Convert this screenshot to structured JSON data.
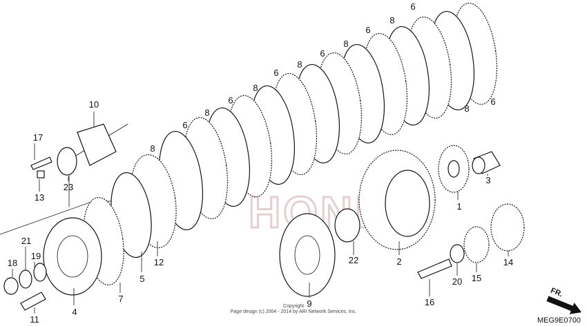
{
  "diagram": {
    "part_labels": {
      "p1": "1",
      "p2": "2",
      "p3": "3",
      "p4": "4",
      "p5": "5",
      "p6a": "6",
      "p6b": "6",
      "p6c": "6",
      "p6d": "6",
      "p6e": "6",
      "p6f": "6",
      "p6g": "6",
      "p7": "7",
      "p8a": "8",
      "p8b": "8",
      "p8c": "8",
      "p8d": "8",
      "p8e": "8",
      "p8f": "8",
      "p8g": "8",
      "p9": "9",
      "p10": "10",
      "p11": "11",
      "p12": "12",
      "p13": "13",
      "p14": "14",
      "p15": "15",
      "p16": "16",
      "p17": "17",
      "p18": "18",
      "p19": "19",
      "p20": "20",
      "p21": "21",
      "p22": "22",
      "p23": "23"
    },
    "copyright_line1": "Copyright",
    "copyright_line2": "Page design (c) 2004 - 2014 by ARI Network Services, Inc.",
    "watermark": "HONDA",
    "diagram_code": "MEG9E0700",
    "fr_label": "FR."
  }
}
